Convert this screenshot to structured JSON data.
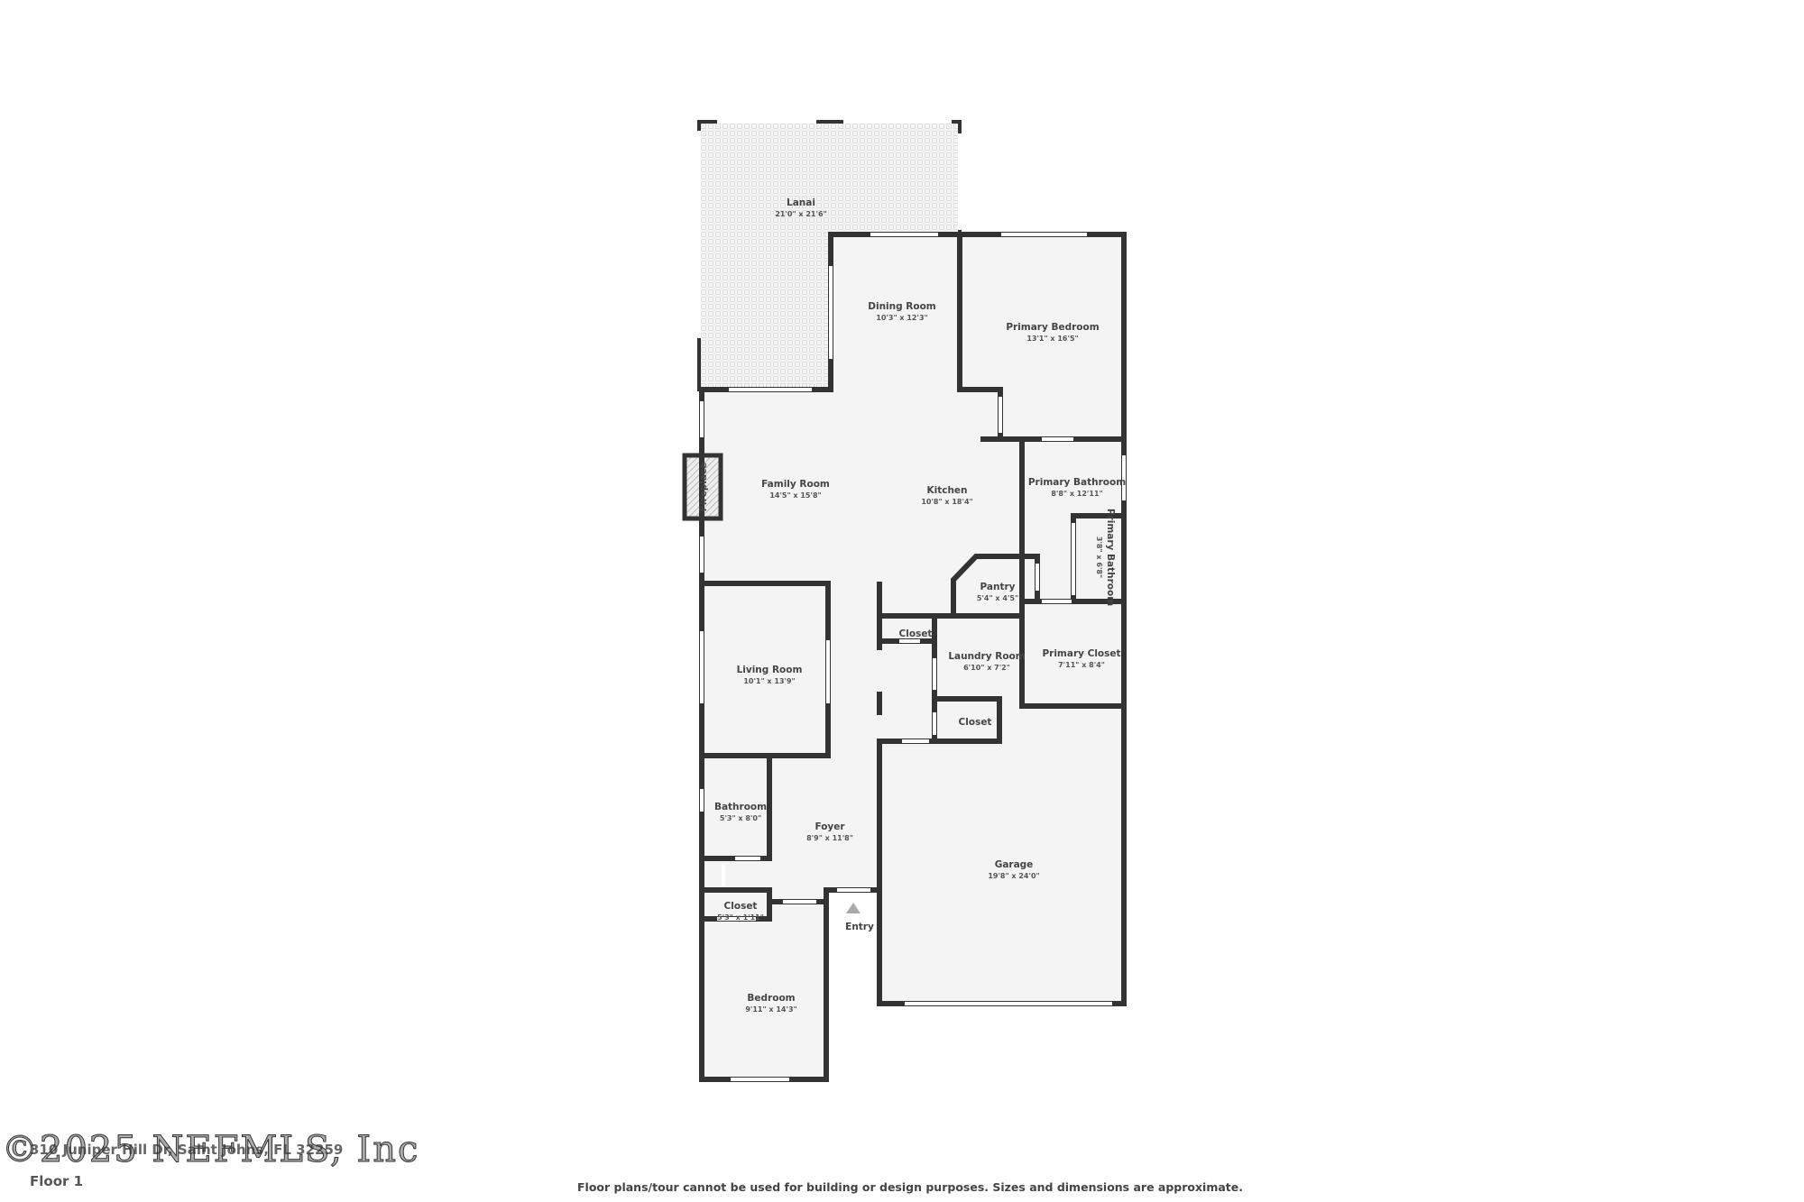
{
  "rooms": [
    {
      "name": "Lanai",
      "dim": "21'0\" x 21'6\""
    },
    {
      "name": "Dining Room",
      "dim": "10'3\" x 12'3\""
    },
    {
      "name": "Primary Bedroom",
      "dim": "13'1\" x 16'5\""
    },
    {
      "name": "Family Room",
      "dim": "14'5\" x 15'8\""
    },
    {
      "name": "Kitchen",
      "dim": "10'8\" x 18'4\""
    },
    {
      "name": "Primary Bathroom",
      "dim": "8'8\" x 12'11\""
    },
    {
      "name": "Primary Bathroom",
      "dim": "3'8\" x 6'8\""
    },
    {
      "name": "Pantry",
      "dim": "5'4\" x 4'5\""
    },
    {
      "name": "Closet",
      "dim": ""
    },
    {
      "name": "Laundry Room",
      "dim": "6'10\" x 7'2\""
    },
    {
      "name": "Primary Closet",
      "dim": "7'11\" x 8'4\""
    },
    {
      "name": "Closet",
      "dim": ""
    },
    {
      "name": "Living Room",
      "dim": "10'1\" x 13'9\""
    },
    {
      "name": "Bathroom",
      "dim": "5'3\" x 8'0\""
    },
    {
      "name": "Foyer",
      "dim": "8'9\" x 11'8\""
    },
    {
      "name": "Garage",
      "dim": "19'8\" x 24'0\""
    },
    {
      "name": "Closet",
      "dim": "5'3\" x 1'11\""
    },
    {
      "name": "Bedroom",
      "dim": "9'11\" x 14'3\""
    }
  ],
  "fireplace": "Fireplace",
  "entry": "Entry",
  "address": "310 Juniper Hill Dr, Saint Johns, FL 32259",
  "watermark": "©2025 NEFMLS, Inc",
  "floor": "Floor 1",
  "disclaimer": "Floor plans/tour cannot be used for building or design purposes. Sizes and dimensions are approximate.",
  "colors": {
    "wall": "#333333",
    "floor": "#f4f4f4"
  }
}
